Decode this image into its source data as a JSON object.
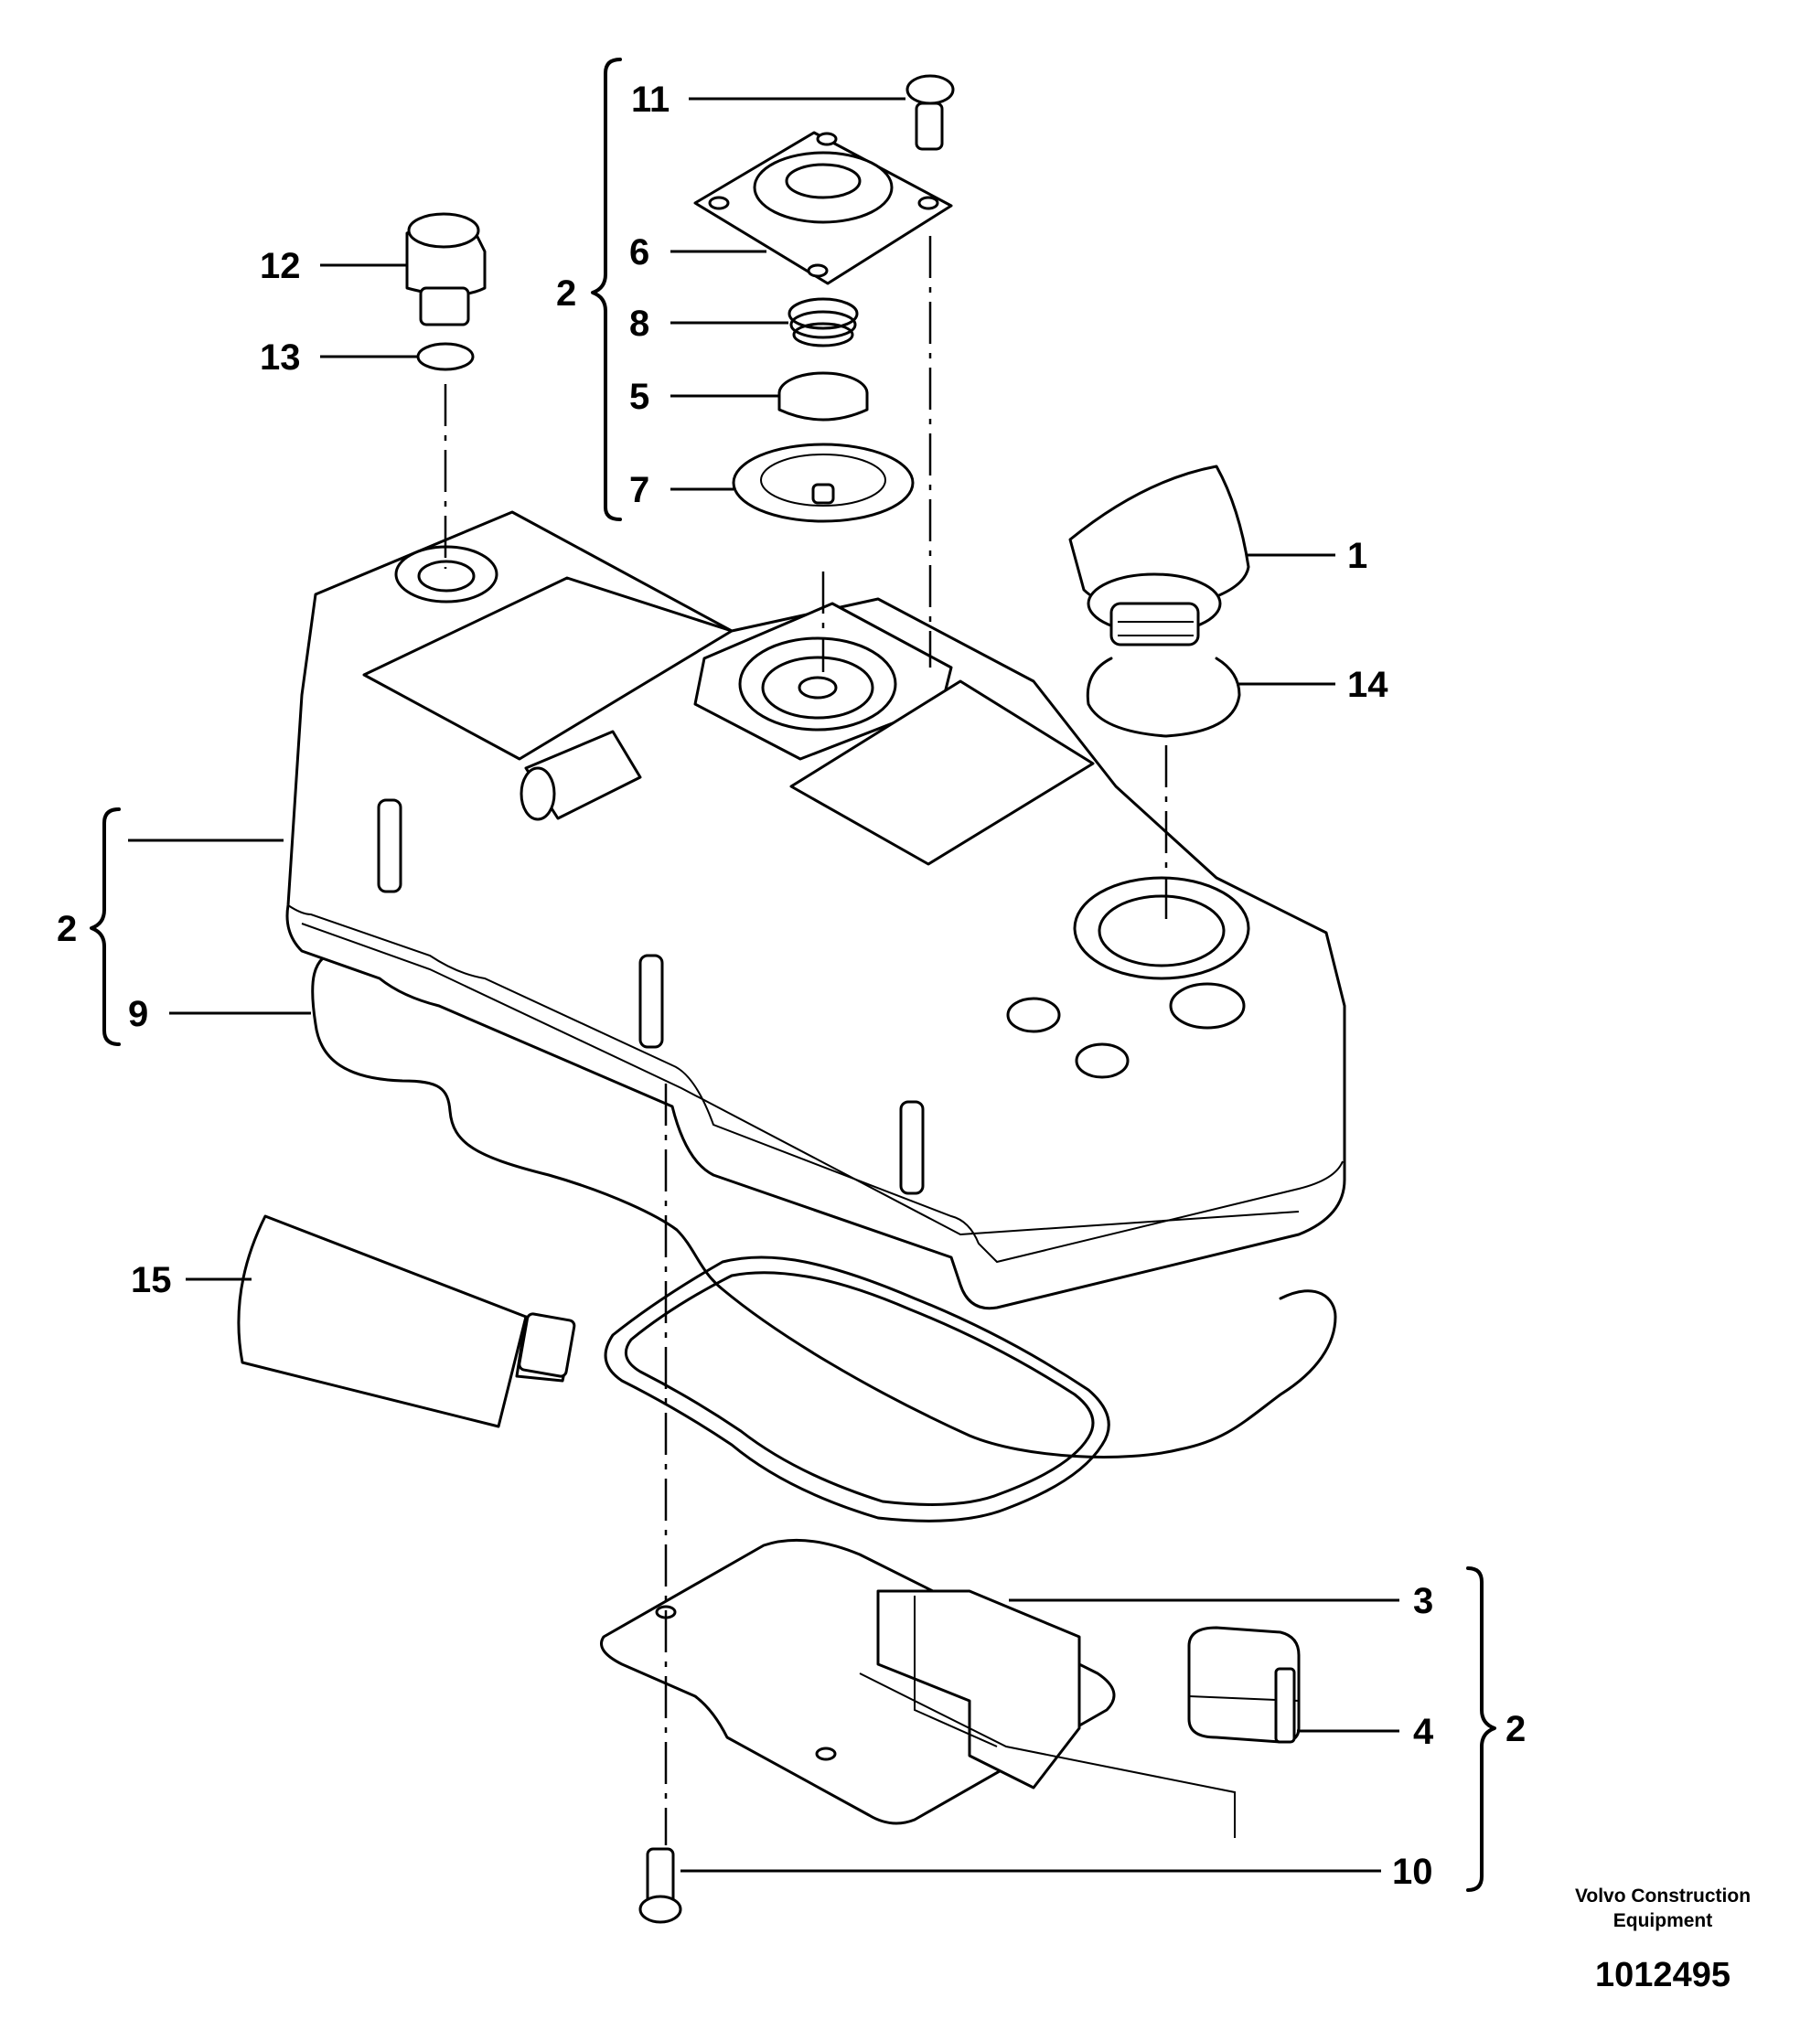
{
  "callouts": {
    "c1": "1",
    "c2_top": "2",
    "c2_left": "2",
    "c2_bottom": "2",
    "c3": "3",
    "c4": "4",
    "c5": "5",
    "c6": "6",
    "c7": "7",
    "c8": "8",
    "c9": "9",
    "c10": "10",
    "c11": "11",
    "c12": "12",
    "c13": "13",
    "c14": "14",
    "c15": "15"
  },
  "footer": {
    "brand_line1": "Volvo Construction",
    "brand_line2": "Equipment",
    "document_number": "1012495"
  }
}
